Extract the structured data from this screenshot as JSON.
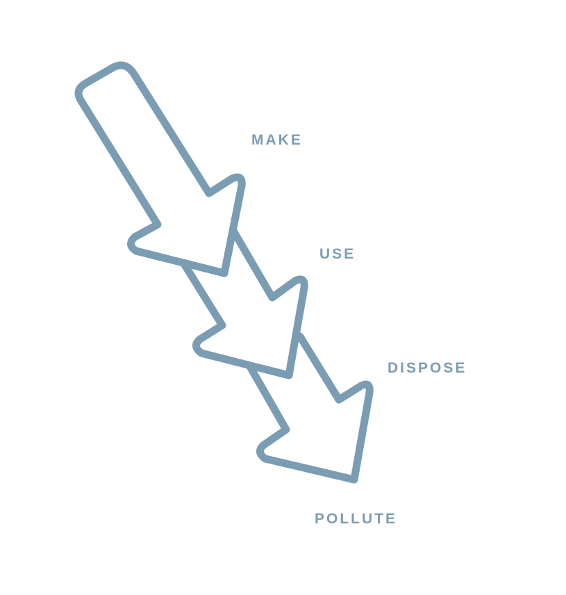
{
  "diagram": {
    "color": "#7b9db3",
    "steps": [
      {
        "label": "MAKE"
      },
      {
        "label": "USE"
      },
      {
        "label": "DISPOSE"
      },
      {
        "label": "POLLUTE"
      }
    ]
  }
}
